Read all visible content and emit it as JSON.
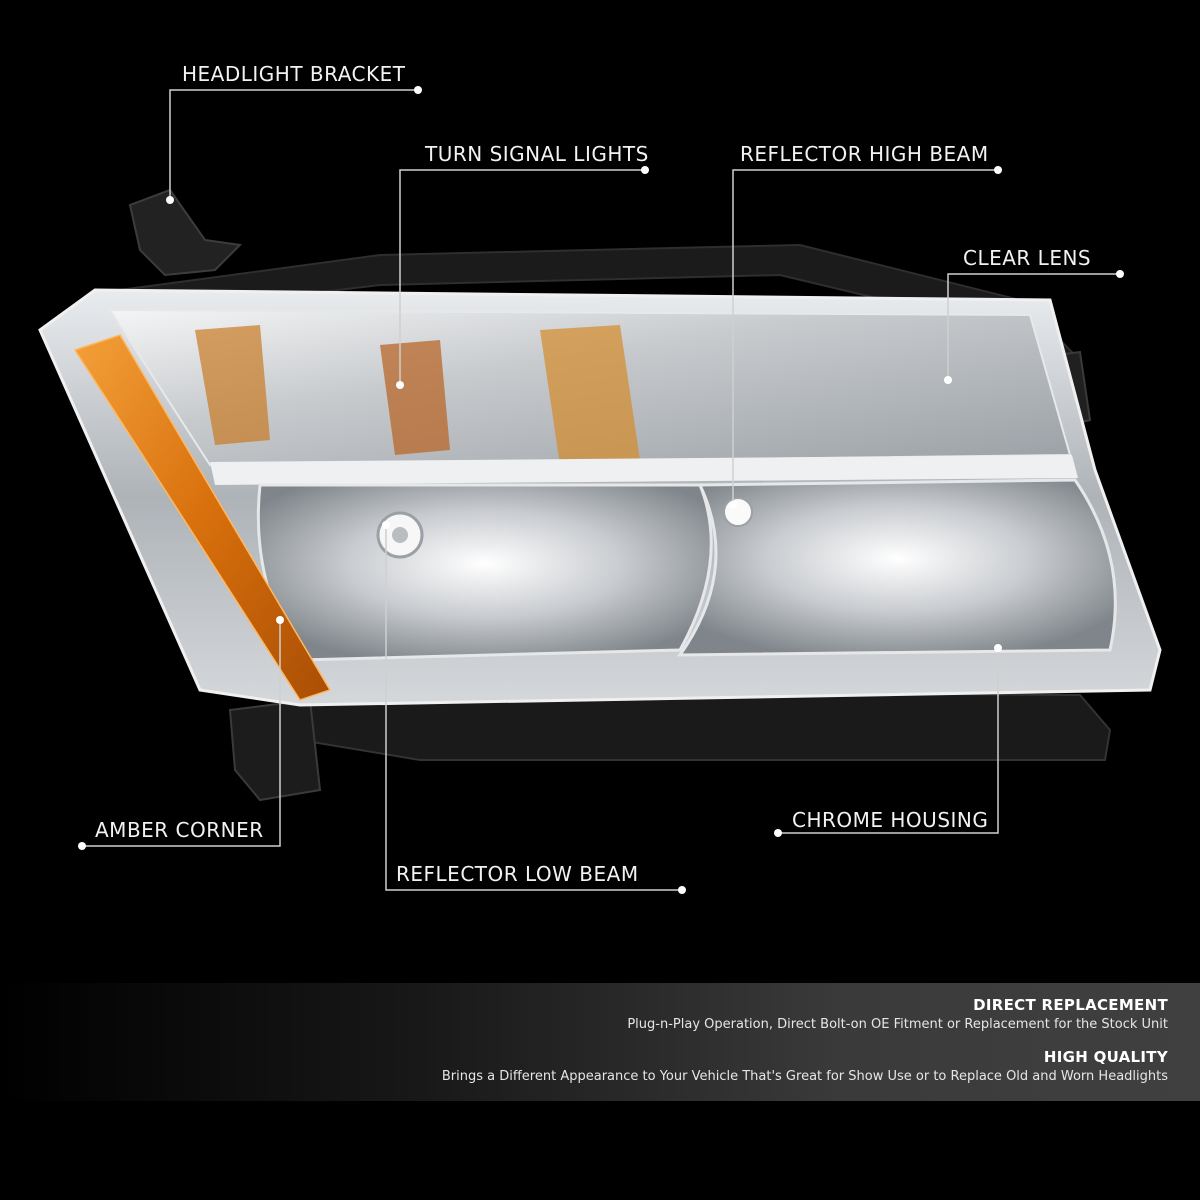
{
  "callouts": {
    "headlight_bracket": "HEADLIGHT BRACKET",
    "turn_signal_lights": "TURN SIGNAL LIGHTS",
    "reflector_high_beam": "REFLECTOR HIGH BEAM",
    "clear_lens": "CLEAR LENS",
    "amber_corner": "AMBER CORNER",
    "chrome_housing": "CHROME HOUSING",
    "reflector_low_beam": "REFLECTOR LOW BEAM"
  },
  "features": [
    {
      "title": "DIRECT REPLACEMENT",
      "description": "Plug-n-Play Operation, Direct Bolt-on OE Fitment or Replacement for the Stock Unit"
    },
    {
      "title": "HIGH QUALITY",
      "description": "Brings a Different Appearance to Your Vehicle That's Great for Show Use or to Replace Old and Worn Headlights"
    }
  ],
  "colors": {
    "background": "#000000",
    "label_text": "#f2f2f2",
    "amber": "#e07a10",
    "chrome": "#c8ccd0"
  }
}
